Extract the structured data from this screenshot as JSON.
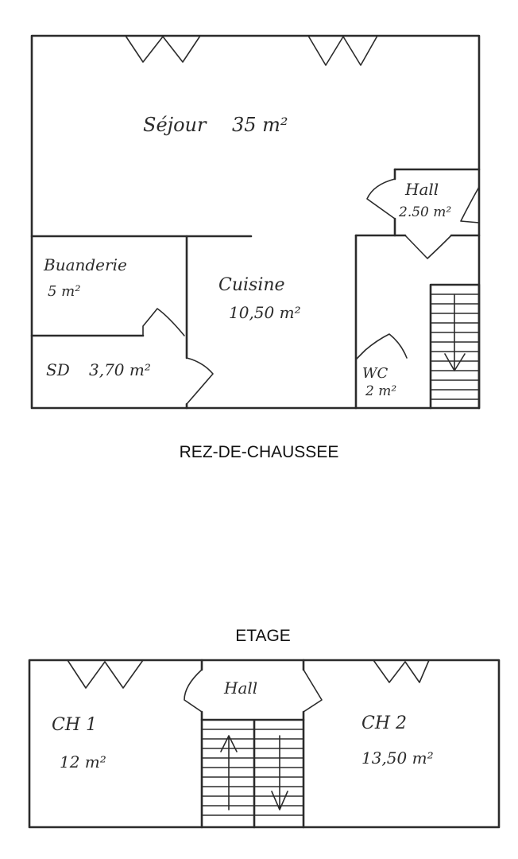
{
  "ground_floor": {
    "title": "REZ-DE-CHAUSSEE",
    "rooms": {
      "sejour": {
        "name": "Séjour",
        "area": "35 m²"
      },
      "hall": {
        "name": "Hall",
        "area": "2.50 m²"
      },
      "buanderie": {
        "name": "Buanderie",
        "area": "5 m²"
      },
      "cuisine": {
        "name": "Cuisine",
        "area": "10,50 m²"
      },
      "sd": {
        "name": "SD",
        "area": "3,70 m²"
      },
      "wc": {
        "name": "WC",
        "area": "2 m²"
      }
    }
  },
  "upper_floor": {
    "title": "ETAGE",
    "rooms": {
      "ch1": {
        "name": "CH 1",
        "area": "12 m²"
      },
      "hall": {
        "name": "Hall"
      },
      "ch2": {
        "name": "CH 2",
        "area": "13,50 m²"
      }
    }
  }
}
